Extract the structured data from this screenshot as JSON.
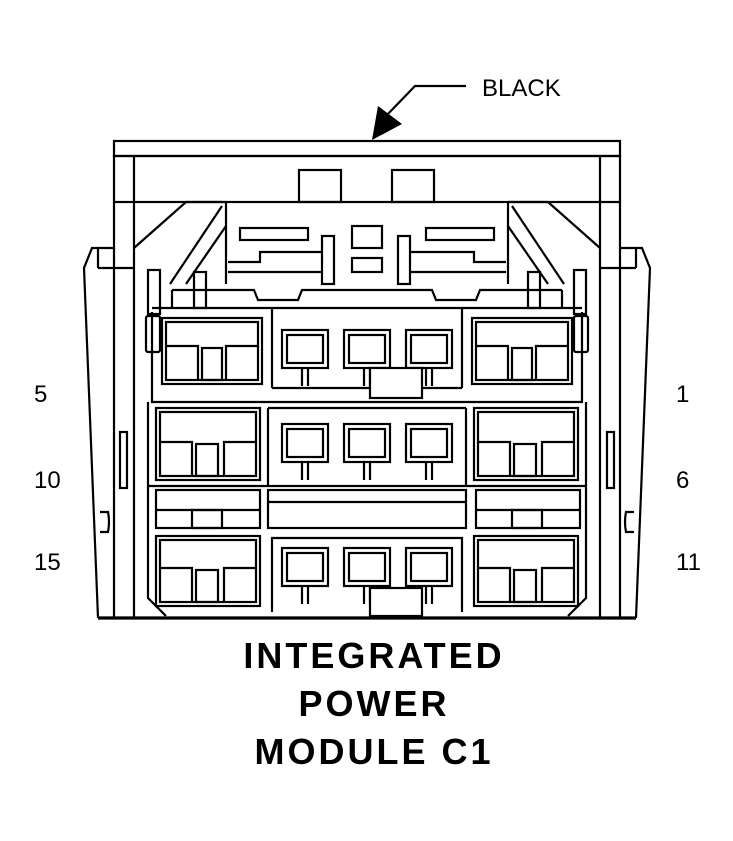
{
  "connector": {
    "color_label": "BLACK",
    "title_lines": [
      "INTEGRATED",
      "POWER",
      "MODULE C1"
    ]
  },
  "pins": {
    "left": [
      "5",
      "10",
      "15"
    ],
    "right": [
      "1",
      "6",
      "11"
    ]
  }
}
